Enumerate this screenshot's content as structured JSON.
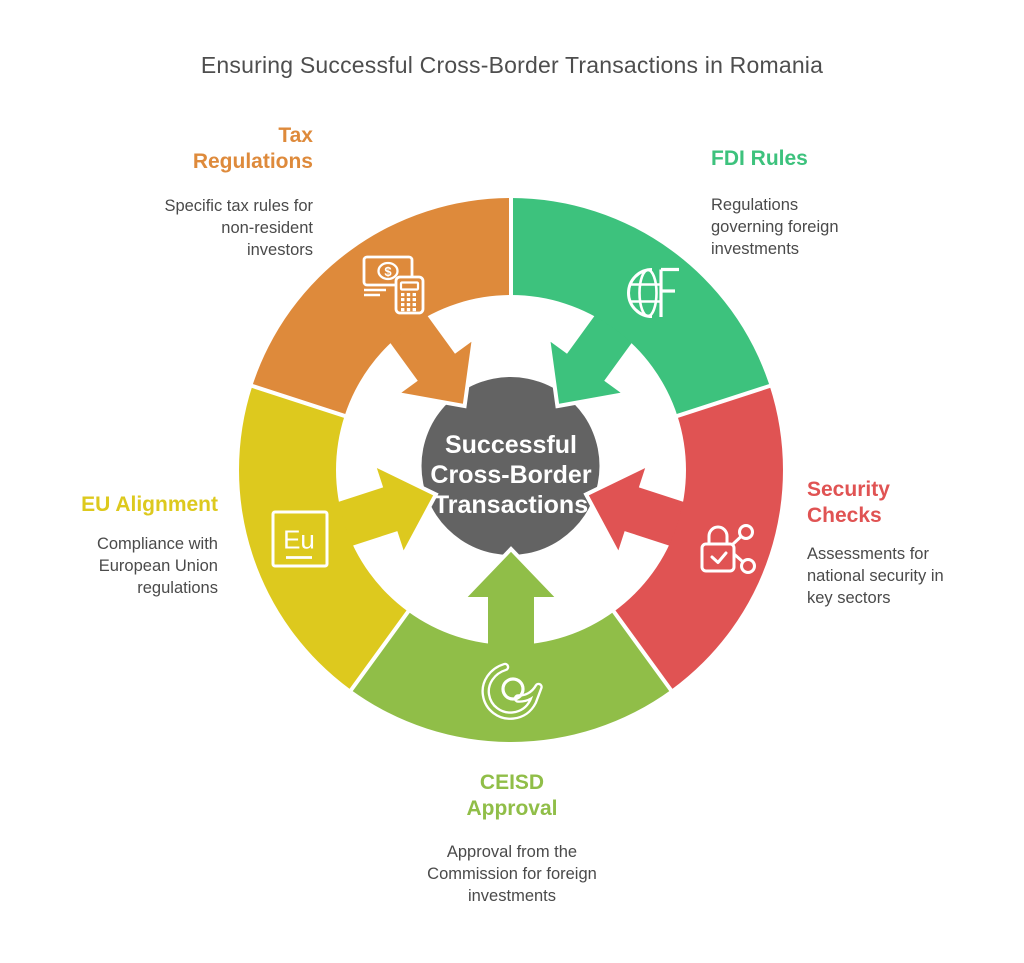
{
  "title": "Ensuring Successful Cross-Border Transactions in Romania",
  "center": {
    "line1": "Successful",
    "line2": "Cross-Border",
    "line3": "Transactions",
    "bg_color": "#636363",
    "text_color": "#ffffff"
  },
  "segments": {
    "tax": {
      "heading": "Tax Regulations",
      "description": "Specific tax rules for non-resident investors",
      "color": "#DE8A3B",
      "icon": "banknote-calculator-icon",
      "icon_text": "$"
    },
    "fdi": {
      "heading": "FDI Rules",
      "description": "Regulations governing foreign investments",
      "color": "#3DC27D",
      "icon": "globe-f-icon"
    },
    "security": {
      "heading": "Security Checks",
      "description": "Assessments for national security in key sectors",
      "color": "#E05353",
      "icon": "lock-share-icon"
    },
    "ceisd": {
      "heading": "CEISD Approval",
      "description": "Approval from the Commission for foreign investments",
      "color": "#90BE48",
      "icon": "swirl-icon"
    },
    "eu": {
      "heading": "EU Alignment",
      "description": "Compliance with European Union regulations",
      "color": "#DDC91E",
      "icon": "eu-element-icon",
      "icon_text": "Eu"
    }
  }
}
